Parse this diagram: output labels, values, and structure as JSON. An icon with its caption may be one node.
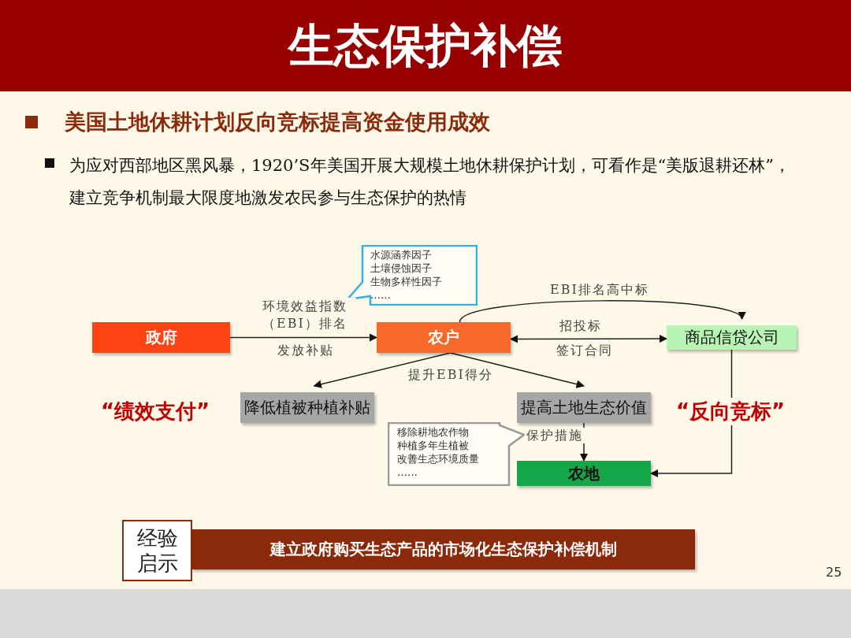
{
  "diagram": {
    "title": "生态保护补偿",
    "nodes": [
      {
        "text": [
          "政府"
        ]
      },
      {
        "text": [
          "农户"
        ]
      },
      {
        "text": [
          "商品信贷公司"
        ]
      },
      {
        "text": [
          "降低植被种植补贴"
        ]
      },
      {
        "text": [
          "提高土地生态价值"
        ]
      },
      {
        "text": [
          "农地"
        ]
      },
      {
        "text": [
          "水源涵养因子",
          "土壤侵蚀因子",
          "生物多样性因子",
          "……"
        ]
      },
      {
        "text": [
          "移除耕地农作物",
          "种植多年生植被",
          "改善生态环境质量",
          "……"
        ]
      },
      {
        "text": [
          "经验启示"
        ]
      },
      {
        "text": [
          "建立政府购买生态产品的市场化生态保护补偿机制"
        ]
      }
    ],
    "edges": [
      {
        "from": 0,
        "to": 1,
        "arrow": "to",
        "label": "环境效益指数（EBI）排名"
      },
      {
        "from": 1,
        "to": 2,
        "arrow": "both",
        "label": "招投标"
      },
      {
        "from": 1,
        "to": 2,
        "arrow": "to",
        "label": "EBI排名高中标"
      },
      {
        "from": 1,
        "to": 3,
        "arrow": "to"
      },
      {
        "from": 1,
        "to": 4,
        "arrow": "to"
      },
      {
        "from": 4,
        "to": 5,
        "arrow": "to",
        "label": "保护措施"
      },
      {
        "from": 2,
        "to": 5,
        "arrow": "to"
      }
    ],
    "labels": [
      "美国土地休耕计划反向竞标提高资金使用成效",
      "为应对西部地区黑风暴，1920’S年美国开展大规模土地休耕保护计划，可看作是“美版退耕还林”，建立竞争机制最大限度地激发农民参与生态保护的热情",
      "发放补贴",
      "签订合同",
      "提升EBI得分",
      "“绩效支付”",
      "“反向竞标”",
      "25"
    ]
  }
}
